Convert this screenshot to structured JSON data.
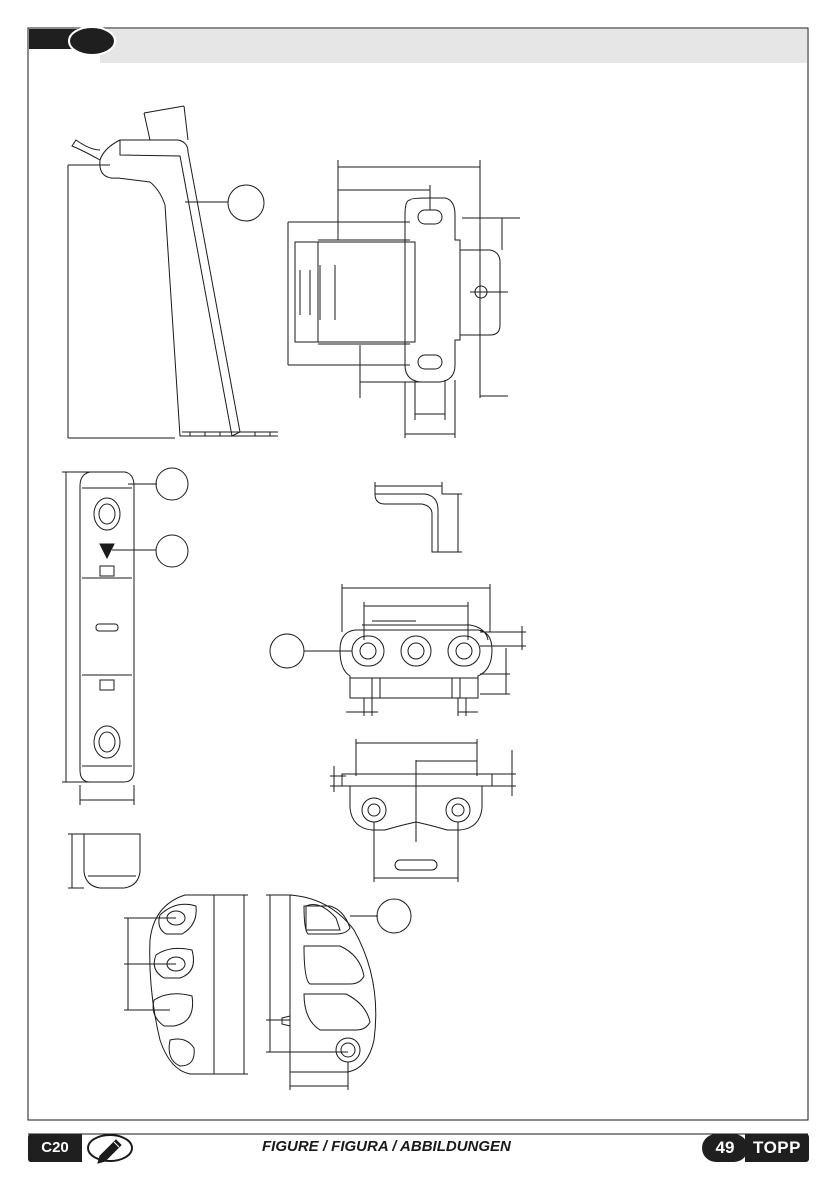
{
  "footer": {
    "section_code": "C20",
    "caption": "FIGURE / FIGURA / ABBILDUNGEN",
    "page_number": "49",
    "brand": "TOPP"
  },
  "colors": {
    "ink": "#1a1a1a",
    "header_band": "#e6e6e6",
    "dark_tab": "#1f1f1f"
  },
  "icons": {
    "footer_icon": "pencil-icon"
  }
}
